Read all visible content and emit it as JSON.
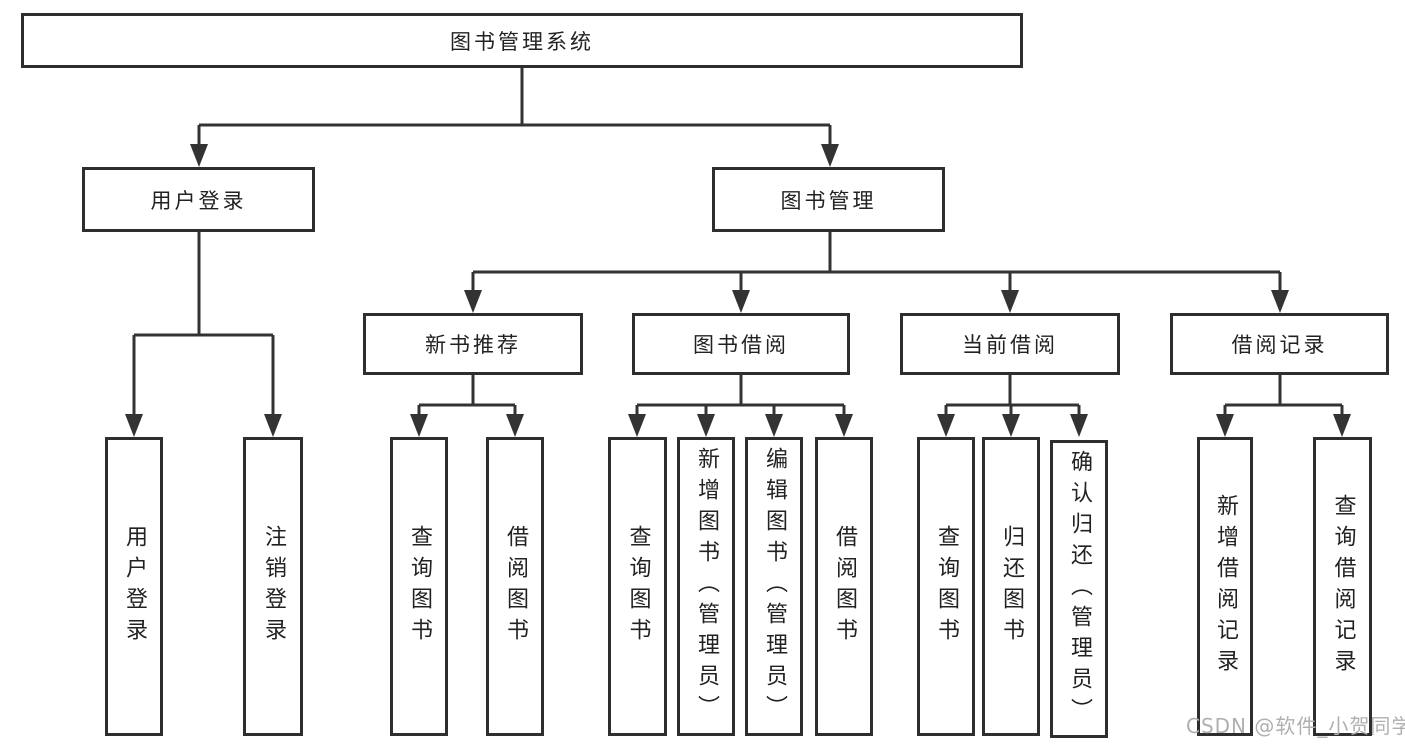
{
  "tree": {
    "root": "图书管理系统",
    "branches": [
      {
        "label": "用户登录",
        "children": [
          "用户登录",
          "注销登录"
        ]
      },
      {
        "label": "图书管理",
        "groups": [
          {
            "label": "新书推荐",
            "children": [
              "查询图书",
              "借阅图书"
            ]
          },
          {
            "label": "图书借阅",
            "children": [
              "查询图书",
              "新增图书（管理员）",
              "编辑图书（管理员）",
              "借阅图书"
            ]
          },
          {
            "label": "当前借阅",
            "children": [
              "查询图书",
              "归还图书",
              "确认归还（管理员）"
            ]
          },
          {
            "label": "借阅记录",
            "children": [
              "新增借阅记录",
              "查询借阅记录"
            ]
          }
        ]
      }
    ]
  },
  "watermark": {
    "text": "CSDN @软件_小贺同学"
  },
  "colors": {
    "line": "#333333",
    "box_border": "#2e2e2e",
    "text": "#222222",
    "watermark_text": "#b0b0b0",
    "background": "#ffffff"
  }
}
